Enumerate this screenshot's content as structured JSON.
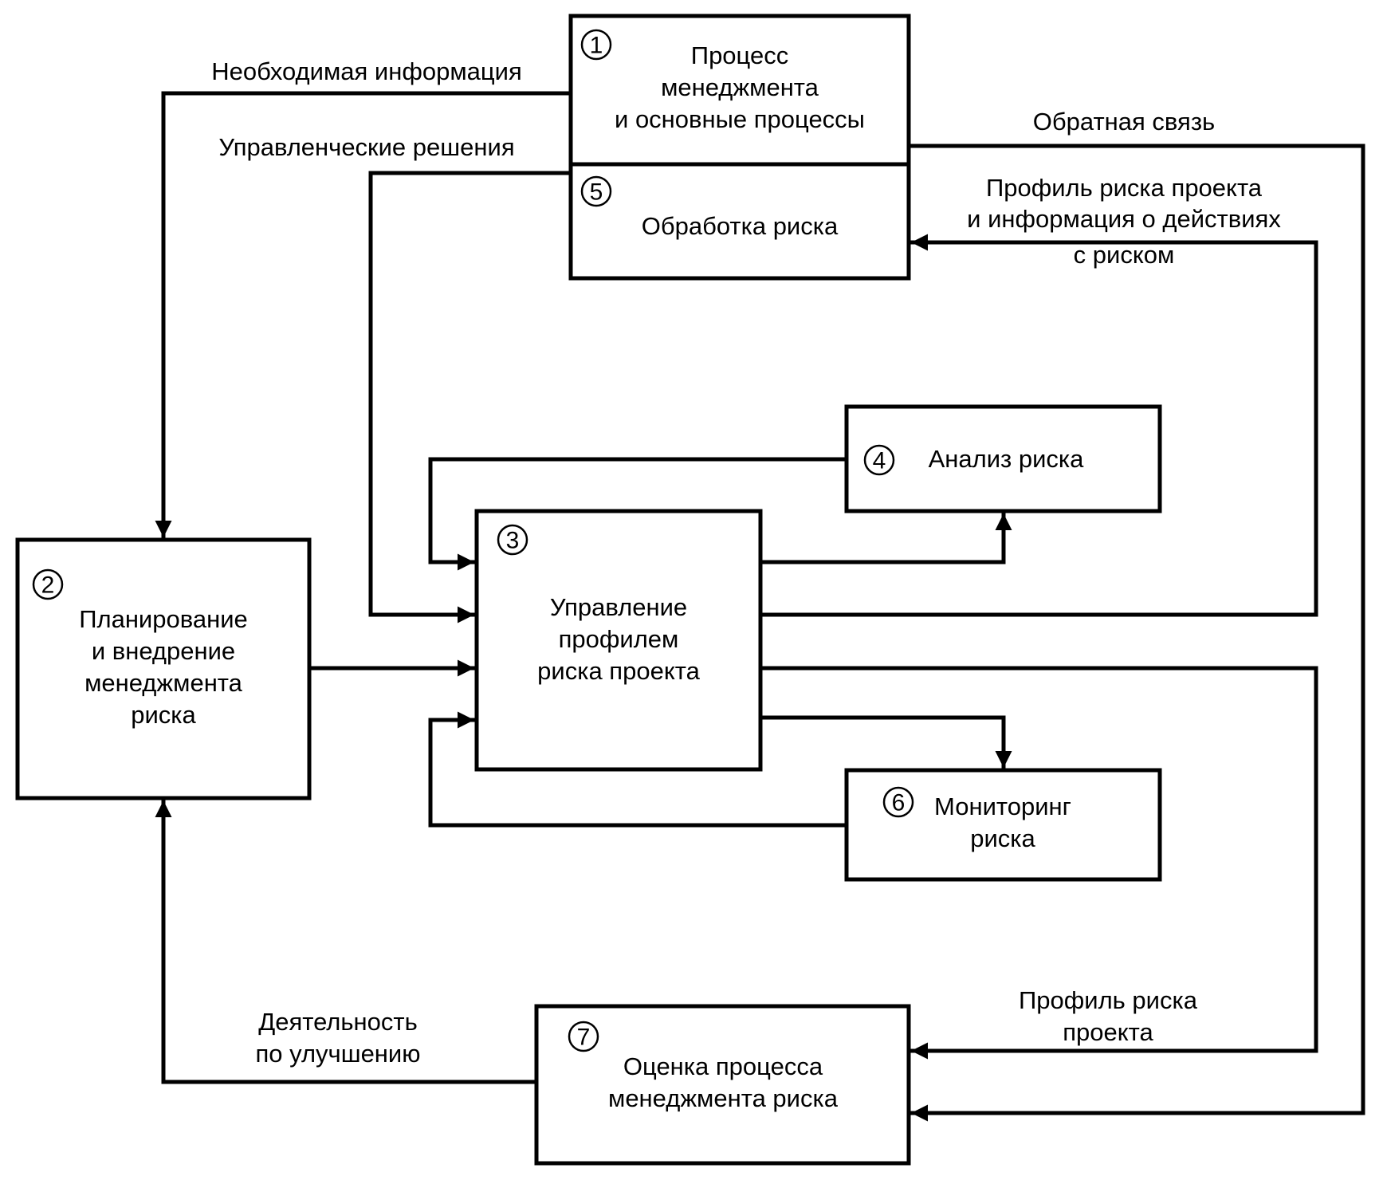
{
  "diagram": {
    "title": "Risk management process diagram",
    "nodes": [
      {
        "id": 1,
        "badge": "1",
        "lines": [
          "Процесс",
          "менеджмента",
          "и основные процессы"
        ]
      },
      {
        "id": 5,
        "badge": "5",
        "lines": [
          "Обработка риска"
        ]
      },
      {
        "id": 2,
        "badge": "2",
        "lines": [
          "Планирование",
          "и внедрение",
          "менеджмента",
          "риска"
        ]
      },
      {
        "id": 3,
        "badge": "3",
        "lines": [
          "Управление",
          "профилем",
          "риска проекта"
        ]
      },
      {
        "id": 4,
        "badge": "4",
        "lines": [
          "Анализ риска"
        ]
      },
      {
        "id": 6,
        "badge": "6",
        "lines": [
          "Мониторинг",
          "риска"
        ]
      },
      {
        "id": 7,
        "badge": "7",
        "lines": [
          "Оценка процесса",
          "менеджмента риска"
        ]
      }
    ],
    "edge_labels": {
      "needed_info": [
        "Необходимая информация"
      ],
      "mgmt_decisions": [
        "Управленческие решения"
      ],
      "feedback": [
        "Обратная связь"
      ],
      "profile_actions": [
        "Профиль риска проекта",
        "и информация о действиях",
        "с риском"
      ],
      "profile": [
        "Профиль риска",
        "проекта"
      ],
      "improvement": [
        "Деятельность",
        "по улучшению"
      ]
    },
    "edges": [
      {
        "from": 1,
        "to": 2,
        "label": "needed_info"
      },
      {
        "from": 5,
        "to": 3,
        "label": "mgmt_decisions"
      },
      {
        "from": 1,
        "to": 7,
        "label": "feedback"
      },
      {
        "from": 3,
        "to": 5,
        "label": "profile_actions"
      },
      {
        "from": 4,
        "to": 3,
        "label": ""
      },
      {
        "from": 3,
        "to": 4,
        "label": ""
      },
      {
        "from": 2,
        "to": 3,
        "label": ""
      },
      {
        "from": 3,
        "to": 6,
        "label": ""
      },
      {
        "from": 6,
        "to": 3,
        "label": ""
      },
      {
        "from": 3,
        "to": 7,
        "label": "profile"
      },
      {
        "from": 7,
        "to": 2,
        "label": "improvement"
      }
    ]
  }
}
